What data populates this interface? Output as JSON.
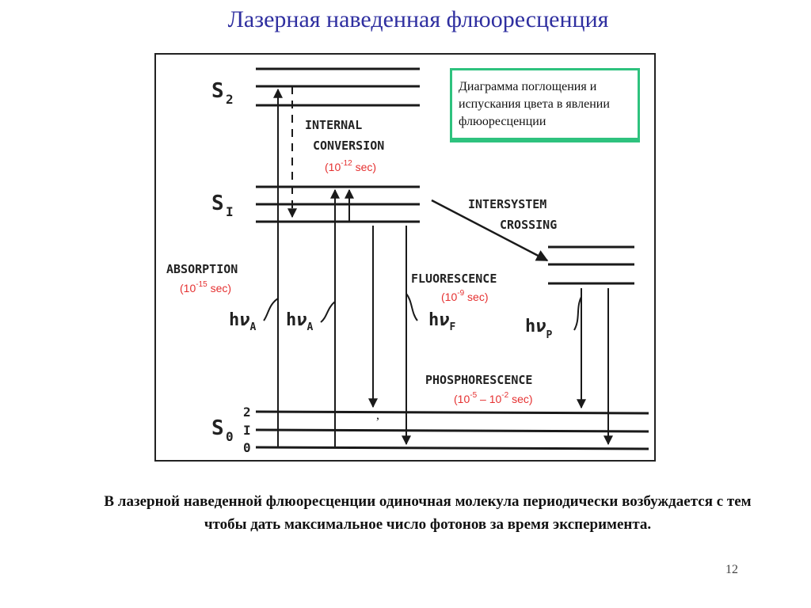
{
  "slide": {
    "title": "Лазерная наведенная флюоресценция",
    "caption": "В лазерной наведенной флюоресценции одиночная молекула периодически возбуждается с тем чтобы дать максимальное число фотонов за время эксперимента.",
    "page_number": "12"
  },
  "callout": {
    "text": "Диаграмма поглощения и испускания цвета в явлении флюоресценции",
    "border_color": "#2ec27e"
  },
  "diagram": {
    "levels": {
      "s2_letter": "S",
      "s2_sub": "2",
      "s1_letter": "S",
      "s1_sub": "I",
      "s0_letter": "S",
      "s0_sub": "0",
      "vib_2": "2",
      "vib_1": "I",
      "vib_0": "0"
    },
    "labels": {
      "internal_conversion_1": "INTERNAL",
      "internal_conversion_2": "CONVERSION",
      "internal_conversion_time": "(10",
      "internal_conversion_exp": "-12",
      "internal_conversion_unit": " sec)",
      "intersystem_1": "INTERSYSTEM",
      "intersystem_2": "CROSSING",
      "absorption": "ABSORPTION",
      "absorption_time": "(10",
      "absorption_exp": "-15",
      "absorption_unit": " sec)",
      "fluorescence": "FLUORESCENCE",
      "fluorescence_time": "(10",
      "fluorescence_exp": "-9",
      "fluorescence_unit": " sec)",
      "phosphorescence": "PHOSPHORESCENCE",
      "phosphorescence_time_a": "(10",
      "phosphorescence_exp_a": "-5",
      "phosphorescence_mid": " – 10",
      "phosphorescence_exp_b": "-2",
      "phosphorescence_unit": " sec)",
      "h_a1": "h",
      "nu_a1": "ν",
      "sub_a1": "A",
      "h_a2": "h",
      "nu_a2": "ν",
      "sub_a2": "A",
      "h_f": "h",
      "nu_f": "ν",
      "sub_f": "F",
      "h_p": "h",
      "nu_p": "ν",
      "sub_p": "P",
      "stray_mark": ","
    },
    "colors": {
      "line": "#1a1a1a",
      "timing_text": "#e53030"
    }
  }
}
